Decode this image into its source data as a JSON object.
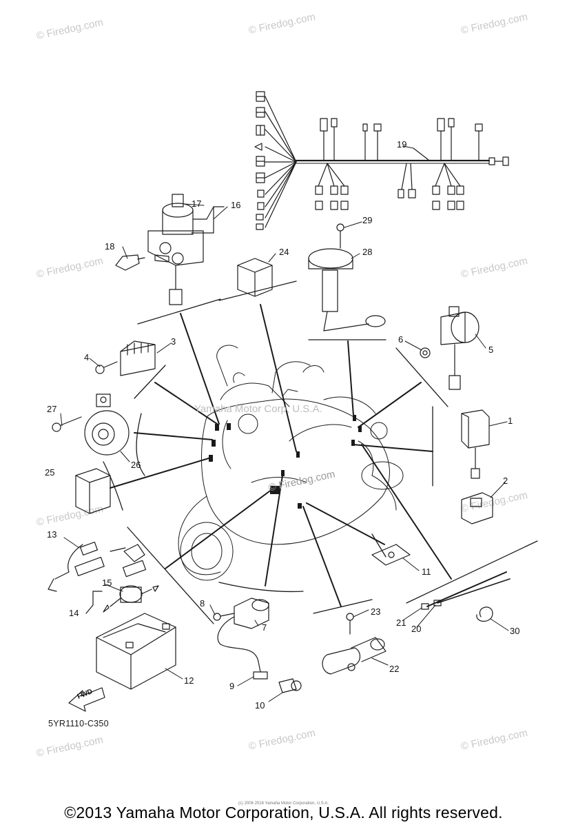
{
  "watermark_text": "© Firedog.com",
  "center_watermark": "Yamaha Motor Corp, U.S.A.",
  "diagram_code": "5YR1110-C350",
  "fwd_label": "FWD",
  "fine_print": "(c) 2006 2016 Yamaha Motor Corporation, U.S.A.",
  "copyright": "©2013 Yamaha Motor Corporation, U.S.A. All rights reserved.",
  "callouts": [
    "1",
    "2",
    "3",
    "4",
    "5",
    "6",
    "7",
    "8",
    "9",
    "10",
    "11",
    "12",
    "13",
    "14",
    "15",
    "16",
    "17",
    "18",
    "19",
    "20",
    "21",
    "22",
    "23",
    "24",
    "25",
    "26",
    "27",
    "28",
    "29",
    "30"
  ],
  "colors": {
    "line": "#1a1a1a",
    "watermark": "#c8c8c8"
  }
}
